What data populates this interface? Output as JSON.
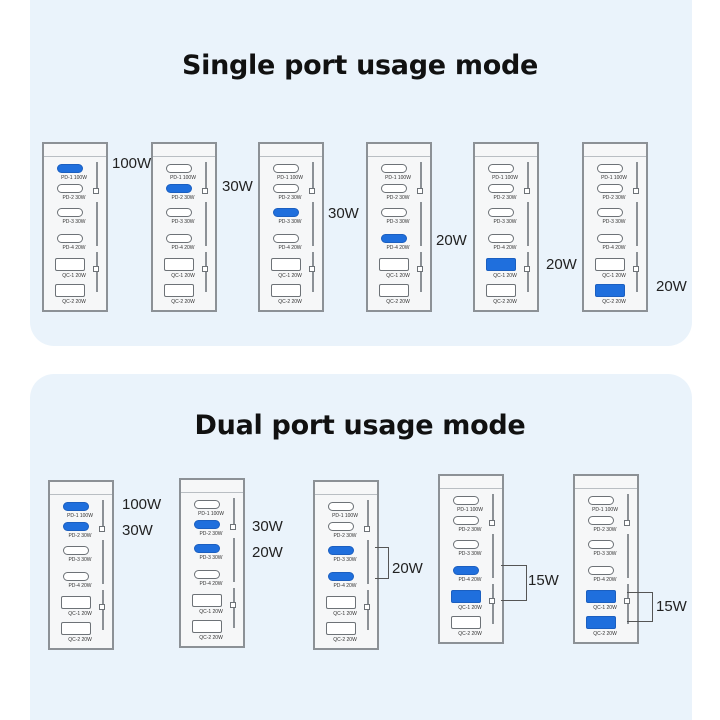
{
  "single": {
    "title": "Single port usage mode",
    "devices": [
      {
        "active": [
          "pd1"
        ],
        "watts": [
          "100W"
        ]
      },
      {
        "active": [
          "pd2"
        ],
        "watts": [
          "30W"
        ]
      },
      {
        "active": [
          "pd3"
        ],
        "watts": [
          "30W"
        ]
      },
      {
        "active": [
          "pd4"
        ],
        "watts": [
          "20W"
        ]
      },
      {
        "active": [
          "qc1"
        ],
        "watts": [
          "20W"
        ]
      },
      {
        "active": [
          "qc2"
        ],
        "watts": [
          "20W"
        ]
      }
    ]
  },
  "dual": {
    "title": "Dual port usage mode",
    "devices": [
      {
        "active": [
          "pd1",
          "pd2"
        ],
        "watts": [
          "100W",
          "30W"
        ]
      },
      {
        "active": [
          "pd2",
          "pd3"
        ],
        "watts": [
          "30W",
          "20W"
        ]
      },
      {
        "active": [
          "pd3",
          "pd4"
        ],
        "watts": [
          "20W"
        ]
      },
      {
        "active": [
          "pd4",
          "qc1"
        ],
        "watts": [
          "15W"
        ]
      },
      {
        "active": [
          "qc1",
          "qc2"
        ],
        "watts": [
          "15W"
        ]
      }
    ]
  },
  "port_labels": {
    "pd1": "PD-1 100W",
    "pd2": "PD-2 30W",
    "pd3": "PD-3 30W",
    "pd4": "PD-4 20W",
    "qc1": "QC-1 20W",
    "qc2": "QC-2 20W"
  },
  "colors": {
    "panel_bg": "#eaf3fb",
    "active_port": "#1f6fdd",
    "device_border": "#8c9196"
  }
}
